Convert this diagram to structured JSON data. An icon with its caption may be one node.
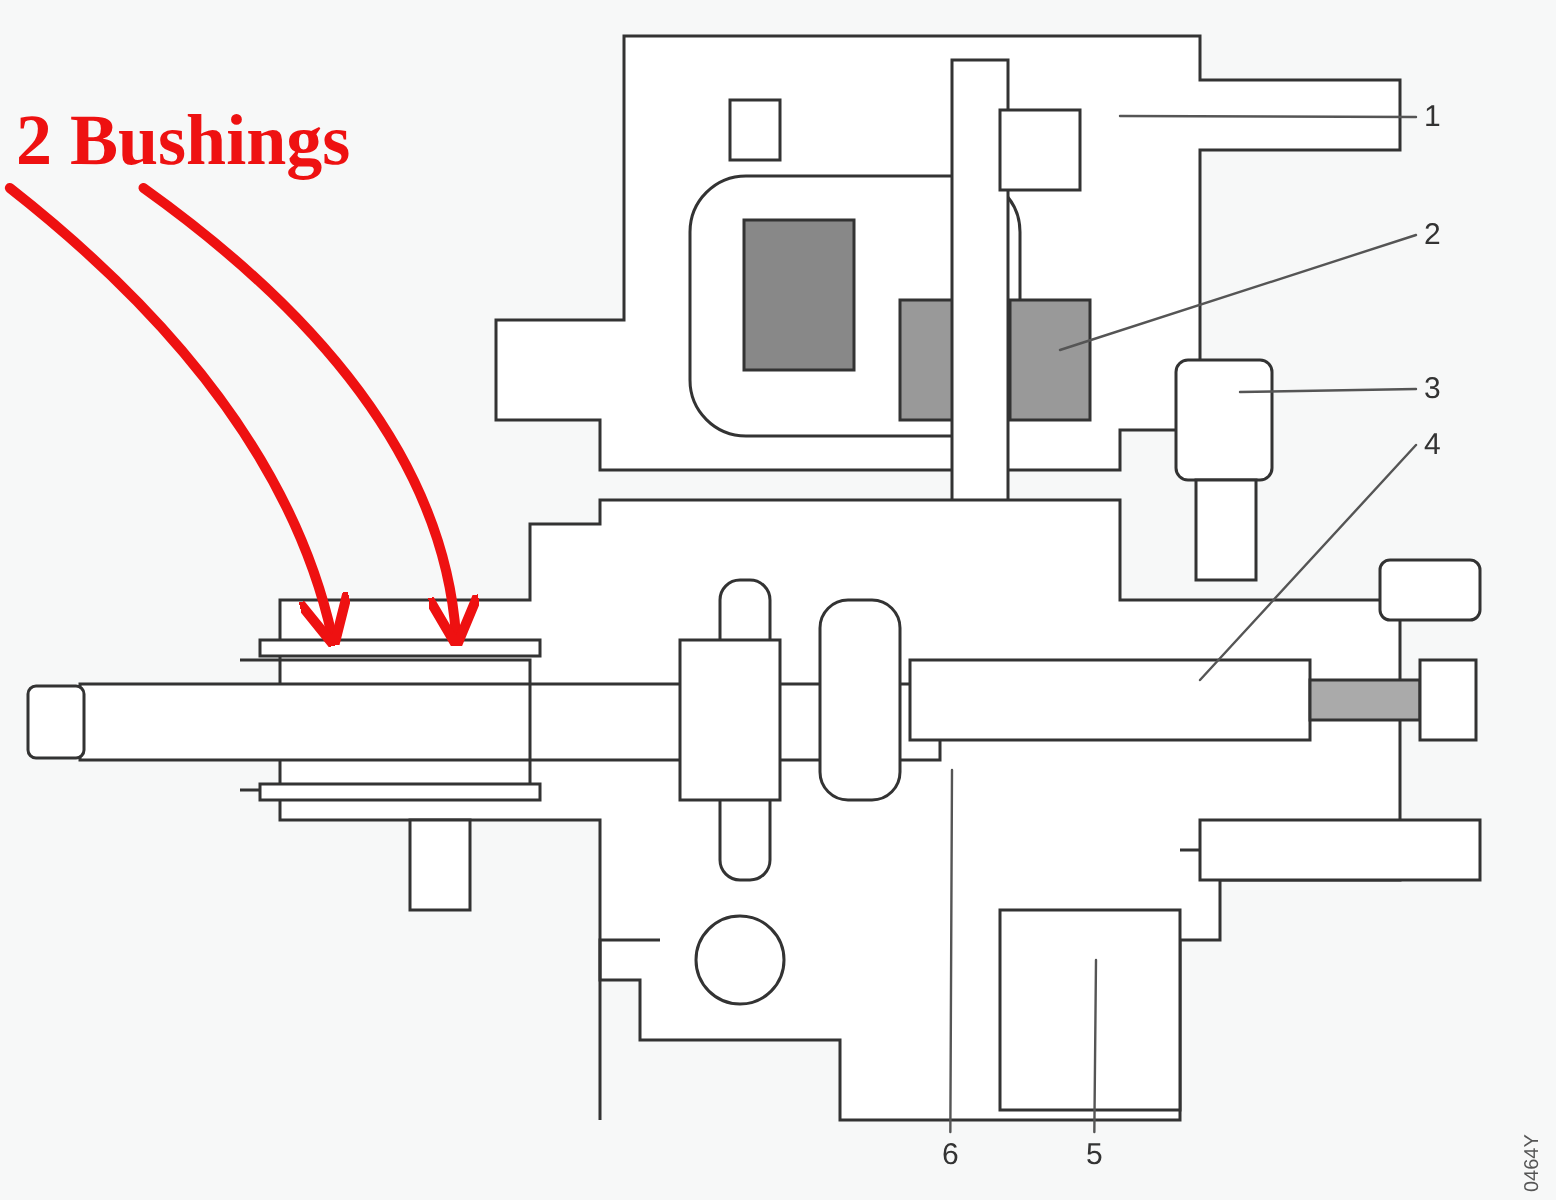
{
  "diagram": {
    "nodes": [
      {
        "text": [
          "2 Bushings"
        ]
      },
      {
        "text": [
          "1"
        ]
      },
      {
        "text": [
          "2"
        ]
      },
      {
        "text": [
          "3"
        ]
      },
      {
        "text": [
          "4"
        ]
      },
      {
        "text": [
          "6"
        ]
      },
      {
        "text": [
          "5"
        ]
      }
    ],
    "edges": [
      {
        "from": 0,
        "to": null,
        "arrow": "to",
        "style": "thick",
        "color": "#ee1111"
      },
      {
        "from": 0,
        "to": null,
        "arrow": "to",
        "style": "thick",
        "color": "#ee1111"
      },
      {
        "from": 1,
        "to": null,
        "arrow": "none"
      },
      {
        "from": 2,
        "to": null,
        "arrow": "none"
      },
      {
        "from": 3,
        "to": null,
        "arrow": "none"
      },
      {
        "from": 4,
        "to": null,
        "arrow": "none"
      },
      {
        "from": 5,
        "to": null,
        "arrow": "none"
      },
      {
        "from": 6,
        "to": null,
        "arrow": "none"
      }
    ],
    "labels": [
      "0464Y"
    ]
  }
}
